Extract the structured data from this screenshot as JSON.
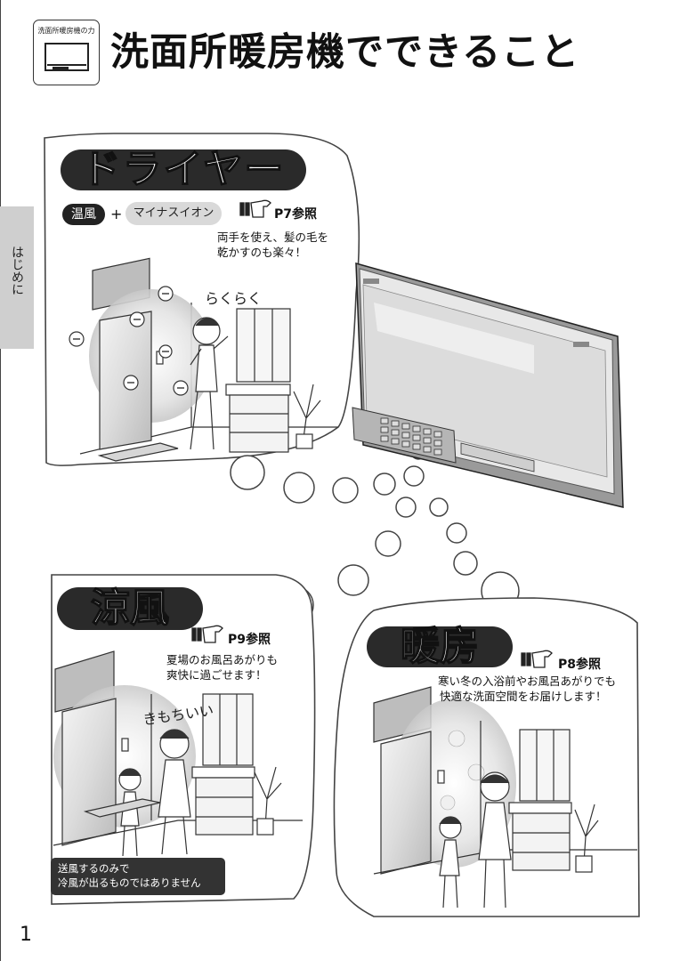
{
  "header": {
    "small_label": "洗面所暖房機の力",
    "title": "洗面所暖房機でできること"
  },
  "side_tab": {
    "label": "はじめに"
  },
  "dryer": {
    "title": "ドライヤー",
    "warm_badge": "温風",
    "plus": "+",
    "ion_badge": "マイナスイオン",
    "ref": "P7参照",
    "desc_line1": "両手を使え、髪の毛を",
    "desc_line2": "乾かすのも楽々！",
    "sfx": "らくらく"
  },
  "cool": {
    "title": "涼風",
    "ref": "P9参照",
    "desc_line1": "夏場のお風呂あがりも",
    "desc_line2": "爽快に過ごせます！",
    "sfx": "きもちいい",
    "note_line1": "送風するのみで",
    "note_line2": "冷風が出るものではありません"
  },
  "heat": {
    "title": "暖房",
    "ref": "P8参照",
    "desc_line1": "寒い冬の入浴前やお風呂あがりでも",
    "desc_line2": "快適な洗面空間をお届けします！"
  },
  "page_number": "1",
  "colors": {
    "ink": "#111111",
    "tab_gray": "#cfcfcf",
    "device_body": "#d8d8d8"
  }
}
